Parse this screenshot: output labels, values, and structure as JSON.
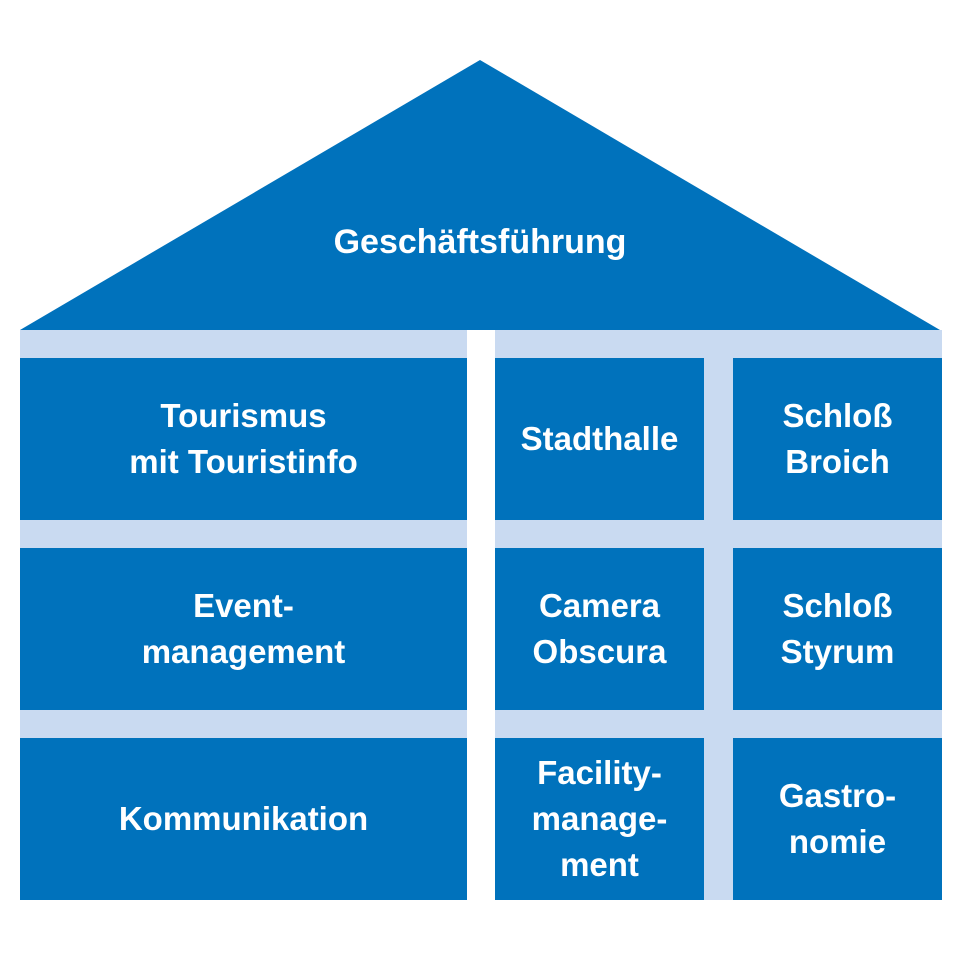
{
  "colors": {
    "primary": "#0072bc",
    "separator": "#c9daf1",
    "background": "#ffffff",
    "text": "#ffffff"
  },
  "roof": {
    "label": "Geschäftsführung"
  },
  "left_column": [
    {
      "label": "Tourismus\nmit Touristinfo"
    },
    {
      "label": "Event-\nmanagement"
    },
    {
      "label": "Kommunikation"
    }
  ],
  "right_grid": [
    {
      "label": "Stadthalle"
    },
    {
      "label": "Schloß\nBroich"
    },
    {
      "label": "Camera\nObscura"
    },
    {
      "label": "Schloß\nStyrum"
    },
    {
      "label": "Facility-\nmanage-\nment"
    },
    {
      "label": "Gastro-\nnomie"
    }
  ]
}
